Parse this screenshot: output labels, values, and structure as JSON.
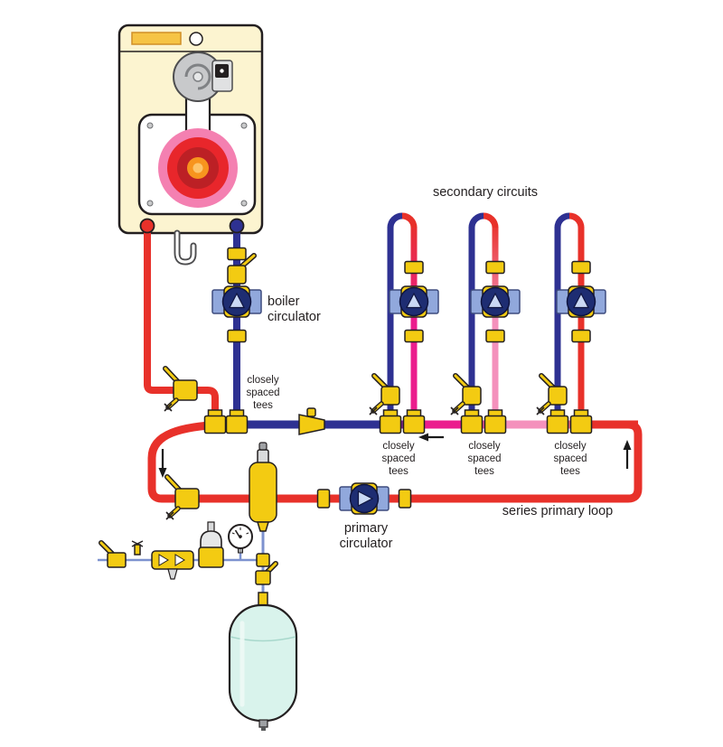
{
  "labels": {
    "secondary_circuits": "secondary circuits",
    "boiler_circulator": [
      "boiler",
      "circulator"
    ],
    "closely_spaced_tees": [
      "closely",
      "spaced",
      "tees"
    ],
    "primary_circulator": [
      "primary",
      "circulator"
    ],
    "series_primary_loop": "series primary loop"
  },
  "colors": {
    "hot": "#e8312a",
    "cool": "#2e3192",
    "magenta": "#eb1d8d",
    "pink": "#f491bc",
    "brass": "#f3cb12",
    "flange": "#91a8dc",
    "pump": "#1e2d72",
    "triangle": "#cbd9f4",
    "tank": "#d9f3ec",
    "thinpipe": "#7d92cf",
    "boilerbody": "#fcf4d0",
    "outline": "#231f20"
  }
}
